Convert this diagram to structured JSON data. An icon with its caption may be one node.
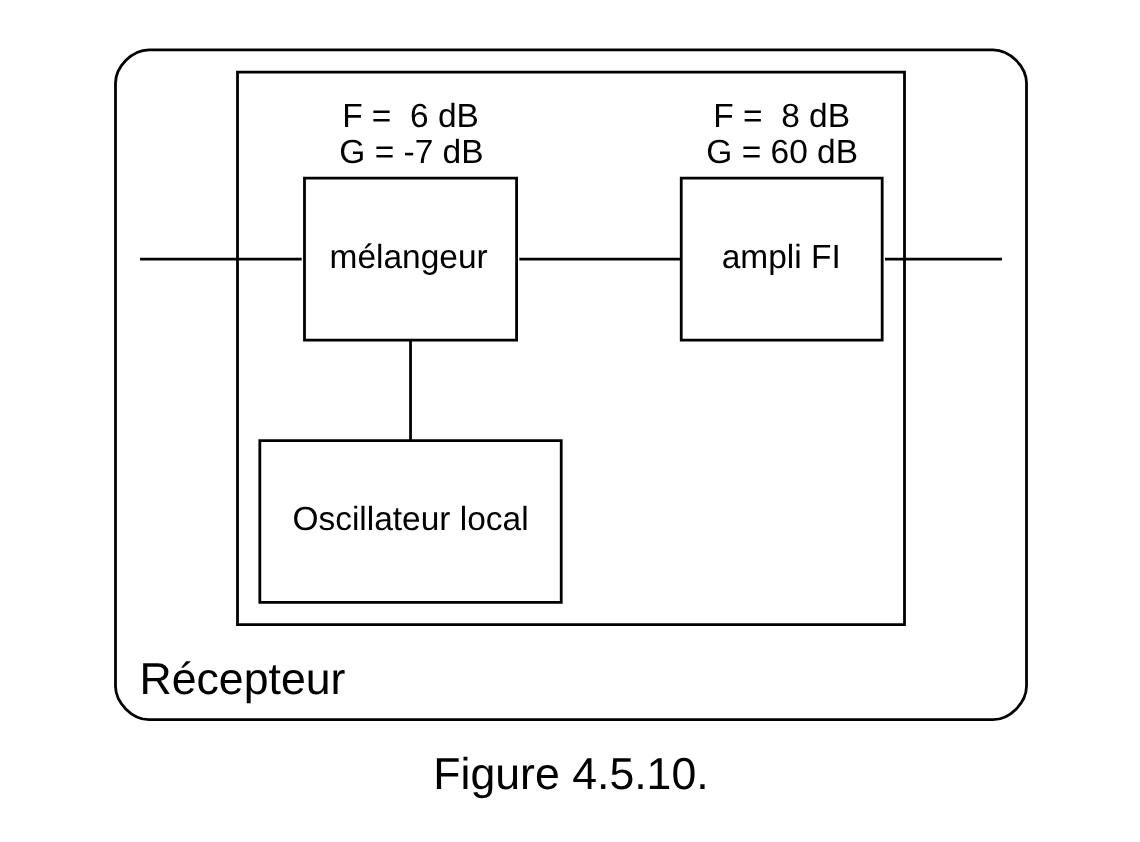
{
  "diagram": {
    "caption": "Figure 4.5.10.",
    "nodes": [
      {
        "text": [
          "Récepteur"
        ]
      },
      {
        "text": [],
        "shape": "box",
        "in": 0
      },
      {
        "text": [
          "mélangeur"
        ],
        "beside": [
          "F =  6 dB",
          "G = -7 dB"
        ],
        "in": 1
      },
      {
        "text": [
          "ampli FI"
        ],
        "beside": [
          "F =  8 dB",
          "G = 60 dB"
        ],
        "in": 1
      },
      {
        "text": [
          "Oscillateur local"
        ],
        "in": 1
      }
    ],
    "edges": [
      {
        "from": null,
        "to": 2,
        "arrow": "none"
      },
      {
        "from": 2,
        "to": 3,
        "arrow": "none"
      },
      {
        "from": 3,
        "to": null,
        "arrow": "none"
      },
      {
        "from": 2,
        "to": 4,
        "arrow": "none"
      }
    ]
  }
}
